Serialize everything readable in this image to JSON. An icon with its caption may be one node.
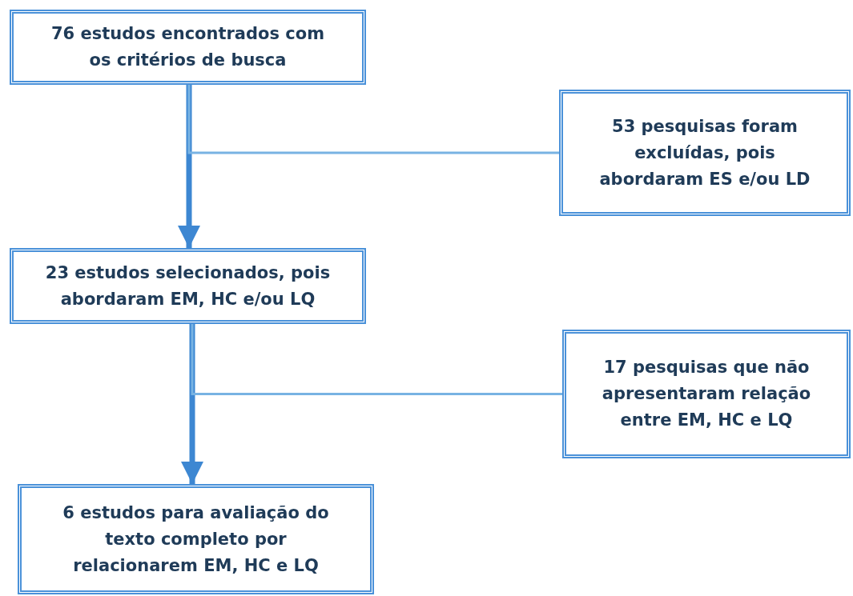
{
  "diagram": {
    "nodes": [
      {
        "text": [
          "76 estudos encontrados com os critérios de busca"
        ]
      },
      {
        "text": [
          "53 pesquisas foram excluídas, pois abordaram ES e/ou LD"
        ]
      },
      {
        "text": [
          "23 estudos selecionados, pois abordaram EM, HC e/ou LQ"
        ]
      },
      {
        "text": [
          "17 pesquisas que não apresentaram relação entre EM, HC e LQ"
        ]
      },
      {
        "text": [
          "6 estudos para avaliação do texto completo por relacionarem EM, HC e LQ"
        ]
      }
    ],
    "edges": [
      {
        "from": 0,
        "to": 2,
        "arrow": "to",
        "style": "thick",
        "color": "#3d87d2"
      },
      {
        "from": 0,
        "to": 1,
        "arrow": "none"
      },
      {
        "from": 2,
        "to": 4,
        "arrow": "to",
        "style": "thick",
        "color": "#3d87d2"
      },
      {
        "from": 2,
        "to": 3,
        "arrow": "none"
      }
    ]
  }
}
